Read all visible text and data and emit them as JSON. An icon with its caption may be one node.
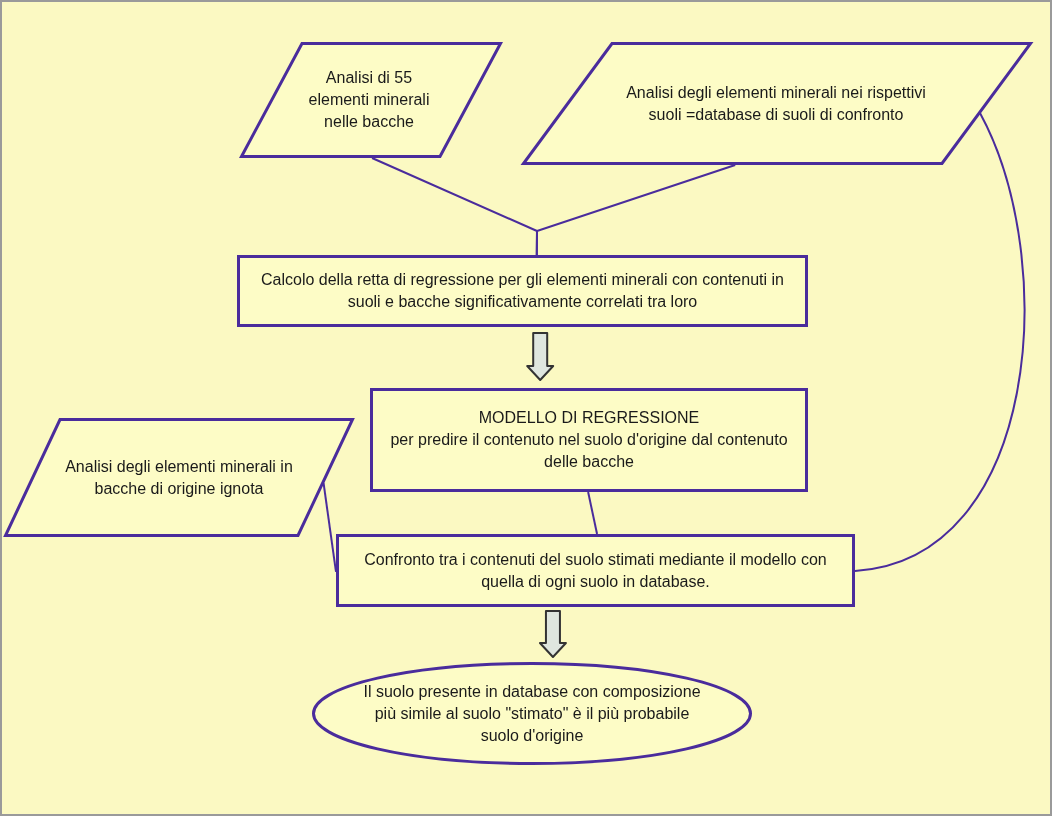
{
  "diagram": {
    "nodes": [
      {
        "text": [
          "Analisi di 55 elementi minerali nelle bacche"
        ]
      },
      {
        "text": [
          "Analisi degli elementi minerali nei rispettivi suoli =database di suoli di confronto"
        ]
      },
      {
        "text": [
          "Calcolo della retta di regressione per gli elementi minerali con contenuti in suoli e bacche significativamente correlati tra loro"
        ]
      },
      {
        "text": [
          "MODELLO DI REGRESSIONE",
          "per predire il contenuto nel suolo d'origine dal contenuto delle bacche"
        ]
      },
      {
        "text": [
          "Analisi degli elementi minerali in bacche di origine ignota"
        ]
      },
      {
        "text": [
          "Confronto tra i contenuti del suolo stimati mediante il modello con quella di ogni suolo in database."
        ]
      },
      {
        "text": [
          "Il suolo presente in database con composizione più simile al suolo \"stimato\" è il più probabile suolo d'origine"
        ]
      }
    ],
    "edges": [
      {
        "from": 0,
        "to": 2,
        "arrow": "none"
      },
      {
        "from": 1,
        "to": 2,
        "arrow": "none"
      },
      {
        "from": 2,
        "to": 3,
        "arrow": "to",
        "style": "thick"
      },
      {
        "from": 3,
        "to": 5,
        "arrow": "none"
      },
      {
        "from": 4,
        "to": 5,
        "arrow": "none"
      },
      {
        "from": 1,
        "to": 5,
        "arrow": "none"
      },
      {
        "from": 5,
        "to": 6,
        "arrow": "to",
        "style": "thick"
      }
    ]
  }
}
